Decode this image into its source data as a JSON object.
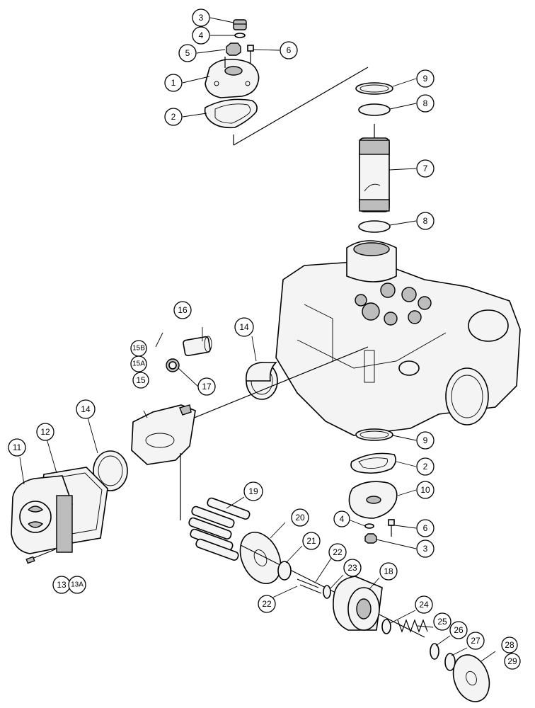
{
  "callouts": [
    {
      "id": "c3a",
      "label": "3"
    },
    {
      "id": "c4a",
      "label": "4"
    },
    {
      "id": "c5",
      "label": "5"
    },
    {
      "id": "c6a",
      "label": "6"
    },
    {
      "id": "c1",
      "label": "1"
    },
    {
      "id": "c2a",
      "label": "2"
    },
    {
      "id": "c9a",
      "label": "9"
    },
    {
      "id": "c8a",
      "label": "8"
    },
    {
      "id": "c7",
      "label": "7"
    },
    {
      "id": "c8b",
      "label": "8"
    },
    {
      "id": "c16",
      "label": "16"
    },
    {
      "id": "c14a",
      "label": "14"
    },
    {
      "id": "c15b",
      "label": "15B"
    },
    {
      "id": "c15a",
      "label": "15A"
    },
    {
      "id": "c15",
      "label": "15"
    },
    {
      "id": "c17",
      "label": "17"
    },
    {
      "id": "c14b",
      "label": "14"
    },
    {
      "id": "c12",
      "label": "12"
    },
    {
      "id": "c11",
      "label": "11"
    },
    {
      "id": "c9b",
      "label": "9"
    },
    {
      "id": "c2b",
      "label": "2"
    },
    {
      "id": "c10",
      "label": "10"
    },
    {
      "id": "c19",
      "label": "19"
    },
    {
      "id": "c20",
      "label": "20"
    },
    {
      "id": "c4b",
      "label": "4"
    },
    {
      "id": "c6b",
      "label": "6"
    },
    {
      "id": "c3b",
      "label": "3"
    },
    {
      "id": "c21",
      "label": "21"
    },
    {
      "id": "c22a",
      "label": "22"
    },
    {
      "id": "c23",
      "label": "23"
    },
    {
      "id": "c18",
      "label": "18"
    },
    {
      "id": "c22b",
      "label": "22"
    },
    {
      "id": "c24",
      "label": "24"
    },
    {
      "id": "c25",
      "label": "25"
    },
    {
      "id": "c26",
      "label": "26"
    },
    {
      "id": "c27",
      "label": "27"
    },
    {
      "id": "c28",
      "label": "28"
    },
    {
      "id": "c29",
      "label": "29"
    },
    {
      "id": "c13",
      "label": "13"
    },
    {
      "id": "c13a",
      "label": "13A"
    }
  ]
}
